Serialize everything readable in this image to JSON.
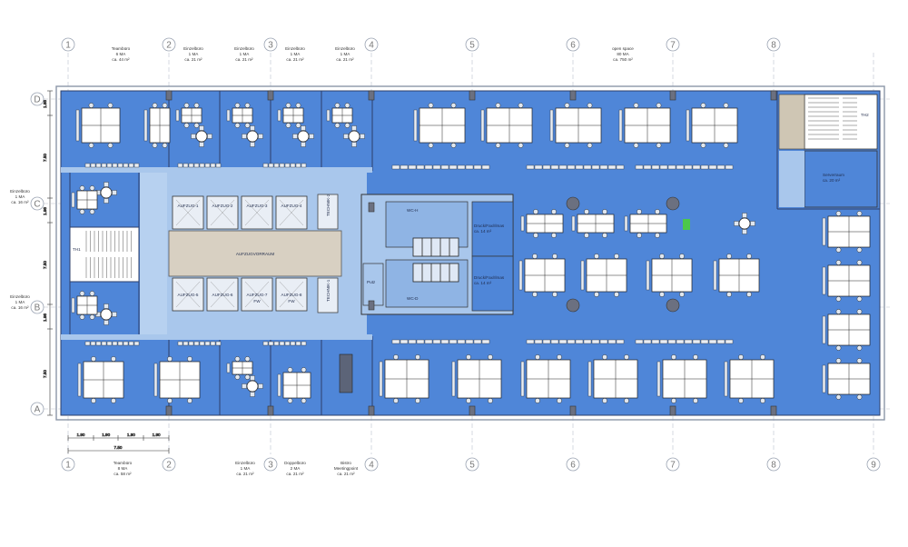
{
  "grid": {
    "columns_top": [
      "1",
      "2",
      "3",
      "4",
      "5",
      "6",
      "7",
      "8"
    ],
    "columns_bottom": [
      "1",
      "2",
      "3",
      "4",
      "5",
      "6",
      "7",
      "8",
      "9"
    ],
    "rows": [
      "D",
      "C",
      "B",
      "A"
    ]
  },
  "dimensions": {
    "left_segments": [
      "1.95",
      "7.50",
      "1.95",
      "7.50",
      "1.95"
    ],
    "left_vertical": [
      "1.88",
      "1.98",
      "1.98"
    ],
    "bottom_segments": [
      "1.90",
      "1.90",
      "1.90",
      "1.90"
    ],
    "bottom_total": "7.50"
  },
  "top_labels": [
    {
      "name": "Teambüro",
      "ma": "6 MA",
      "area": "ca. 44 m²"
    },
    {
      "name": "Einzelbüro",
      "ma": "1 MA",
      "area": "ca. 21 m²"
    },
    {
      "name": "Einzelbüro",
      "ma": "1 MA",
      "area": "ca. 21 m²"
    },
    {
      "name": "Einzelbüro",
      "ma": "1 MA",
      "area": "ca. 21 m²"
    },
    {
      "name": "Einzelbüro",
      "ma": "1 MA",
      "area": "ca. 21 m²"
    },
    {
      "name": "open space",
      "ma": "80 MA",
      "area": "ca. 750 m²"
    }
  ],
  "bottom_labels": [
    {
      "name": "Teambüro",
      "ma": "8 MA",
      "area": "ca. 58 m²"
    },
    {
      "name": "Einzelbüro",
      "ma": "1 MA",
      "area": "ca. 21 m²"
    },
    {
      "name": "Doppelbüro",
      "ma": "2 MA",
      "area": "ca. 21 m²"
    },
    {
      "name": "Bistro",
      "ma": "Meetingpoint",
      "area": "ca. 21 m²"
    }
  ],
  "left_labels": [
    {
      "name": "Einzelbüro",
      "ma": "1 MA",
      "area": "ca. 16 m²"
    },
    {
      "name": "Einzelbüro",
      "ma": "1 MA",
      "area": "ca. 16 m²"
    }
  ],
  "rooms": {
    "stair_left": "TH1",
    "stair_right": "TH2",
    "server": {
      "name": "Serverraum",
      "area": "ca. 20 m²"
    },
    "lobby": "AUFZUGVORRAUM",
    "elevators_top": [
      "AUFZUG-1",
      "AUFZUG-2",
      "AUFZUG-3",
      "AUFZUG-4"
    ],
    "elevators_bottom": [
      "AUFZUG-5",
      "AUFZUG-6",
      "AUFZUG-7",
      "AUFZUG-8"
    ],
    "elevator_note": "FW",
    "tech_top": "TECHNIK-2",
    "tech_bottom": "TECHNIK-1",
    "wc_h": "WC-H",
    "wc_d": "WC-D",
    "putz": "Putz",
    "copy_top": {
      "name": "Druck/Fax/Ilmas",
      "area": "ca. 14 m²"
    },
    "copy_bottom": {
      "name": "Druck/Fax/Ilmas",
      "area": "ca. 14 m²"
    }
  },
  "colors": {
    "floor_blue": "#4f86d8",
    "core_light": "#a9c7ec",
    "lobby": "#d8d0c2",
    "dark": "#444c5e",
    "accent_green": "#4cc84a"
  }
}
